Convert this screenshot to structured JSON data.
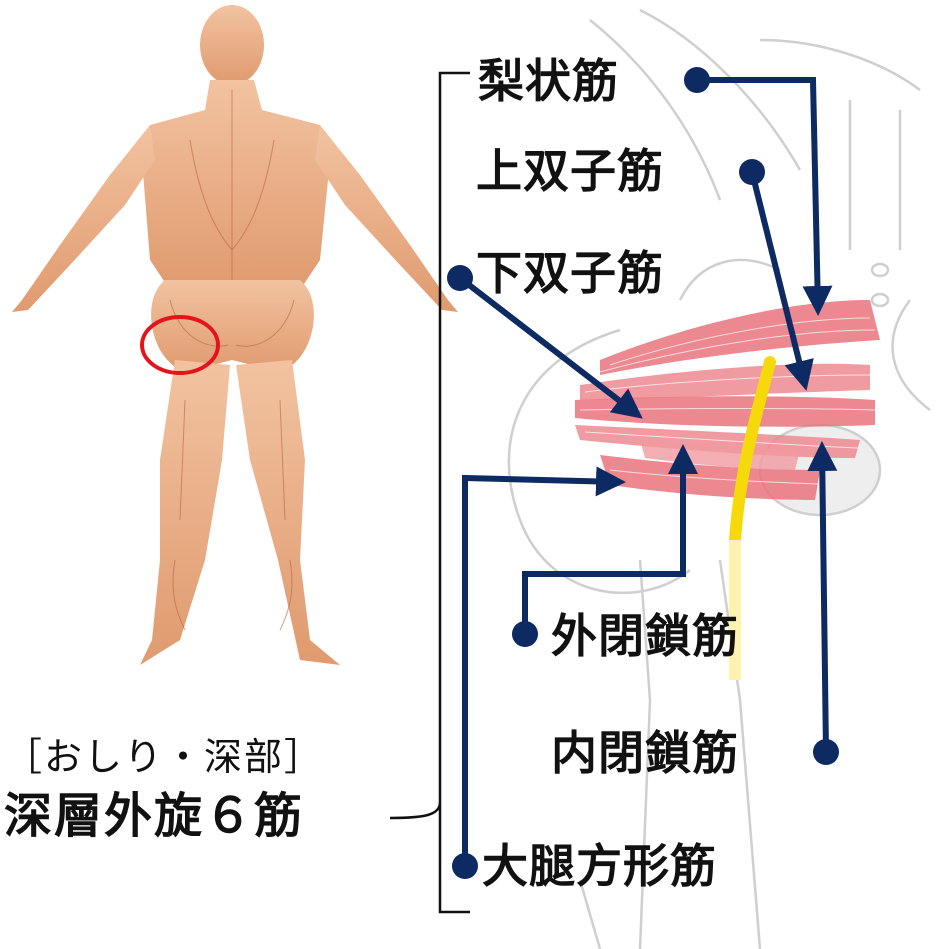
{
  "labels": {
    "piriformis": "梨状筋",
    "gemellus_superior": "上双子筋",
    "gemellus_inferior": "下双子筋",
    "obturator_externus": "外閉鎖筋",
    "obturator_internus": "内閉鎖筋",
    "quadratus_femoris": "大腿方形筋"
  },
  "subtitle": "［おしり・深部］",
  "title": "深層外旋６筋",
  "colors": {
    "callout": "#0d2a63",
    "muscle": "#e8737c",
    "nerve": "#f5d90a",
    "highlight": "#e5141b",
    "skin": "#e9a77e",
    "bone_outline": "#cccccc"
  },
  "icons": [
    "human-back-figure",
    "pelvis-illustration",
    "highlight-circle"
  ]
}
